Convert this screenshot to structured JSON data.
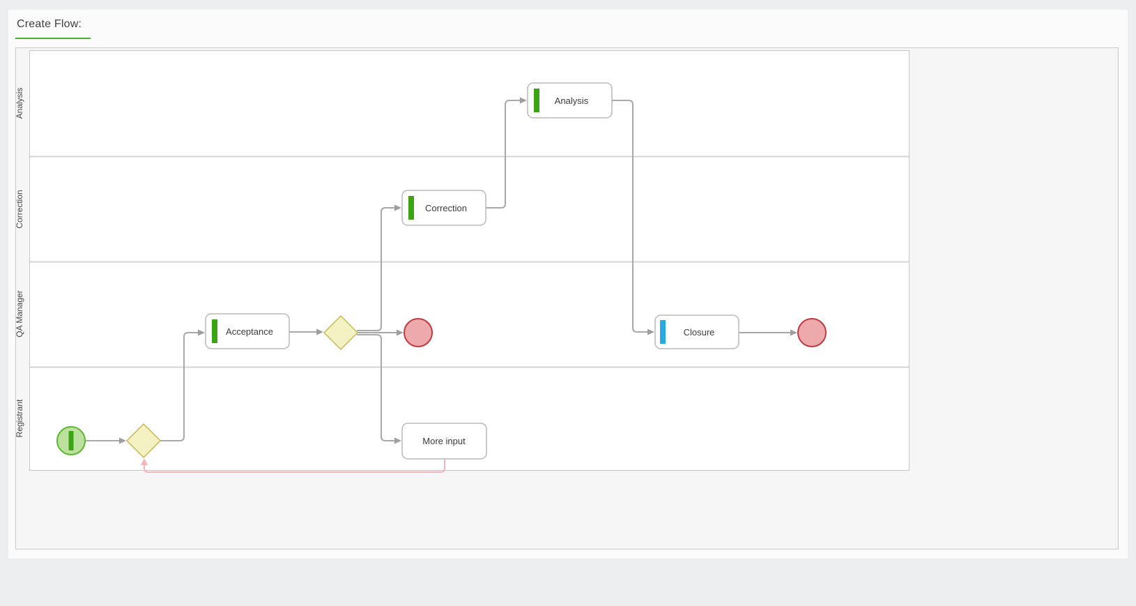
{
  "header": {
    "title": "Create Flow:"
  },
  "colors": {
    "title_underline": "#48b02c",
    "connector": "#a8a8a8",
    "connector_arrow": "#9e9e9e",
    "loop_connector": "#f3b5b9",
    "task_fill": "#ffffff",
    "task_border": "#b9b9b9",
    "task_bar_green": "#3ba412",
    "task_bar_blue": "#29a9e1",
    "start_fill": "#bce09d",
    "start_border": "#5bb733",
    "start_bar": "#3ba412",
    "end_fill": "#eda9ab",
    "end_border": "#c13a3f",
    "gateway_fill": "#f4f2c3",
    "gateway_border": "#c3ba52",
    "lane_line": "#d4d4d4",
    "pool_border": "#c6c6c6"
  },
  "diagram": {
    "type": "bpmn-swimlane-flow",
    "lanes": [
      {
        "label": "Analysis"
      },
      {
        "label": "Correction"
      },
      {
        "label": "QA Manager"
      },
      {
        "label": "Registrant"
      }
    ],
    "nodes": {
      "start_event": {
        "type": "start-event",
        "lane": "Registrant",
        "label": ""
      },
      "gateway_registrant": {
        "type": "exclusive-gateway",
        "lane": "Registrant",
        "label": ""
      },
      "acceptance": {
        "type": "task",
        "lane": "QA Manager",
        "label": "Acceptance",
        "bar": "green"
      },
      "gateway_qa": {
        "type": "exclusive-gateway",
        "lane": "QA Manager",
        "label": ""
      },
      "end_event_1": {
        "type": "end-event",
        "lane": "QA Manager",
        "label": ""
      },
      "correction": {
        "type": "task",
        "lane": "Correction",
        "label": "Correction",
        "bar": "green"
      },
      "analysis": {
        "type": "task",
        "lane": "Analysis",
        "label": "Analysis",
        "bar": "green"
      },
      "closure": {
        "type": "task",
        "lane": "QA Manager",
        "label": "Closure",
        "bar": "blue"
      },
      "more_input": {
        "type": "task",
        "lane": "Registrant",
        "label": "More input",
        "bar": "none"
      },
      "end_event_2": {
        "type": "end-event",
        "lane": "QA Manager",
        "label": ""
      }
    },
    "flows": [
      {
        "from": "start_event",
        "to": "gateway_registrant",
        "style": "normal"
      },
      {
        "from": "gateway_registrant",
        "to": "acceptance",
        "style": "normal"
      },
      {
        "from": "acceptance",
        "to": "gateway_qa",
        "style": "normal"
      },
      {
        "from": "gateway_qa",
        "to": "end_event_1",
        "style": "normal"
      },
      {
        "from": "gateway_qa",
        "to": "correction",
        "style": "normal"
      },
      {
        "from": "gateway_qa",
        "to": "more_input",
        "style": "normal"
      },
      {
        "from": "correction",
        "to": "analysis",
        "style": "normal"
      },
      {
        "from": "analysis",
        "to": "closure",
        "style": "normal"
      },
      {
        "from": "closure",
        "to": "end_event_2",
        "style": "normal"
      },
      {
        "from": "more_input",
        "to": "gateway_registrant",
        "style": "loop-back"
      }
    ]
  }
}
